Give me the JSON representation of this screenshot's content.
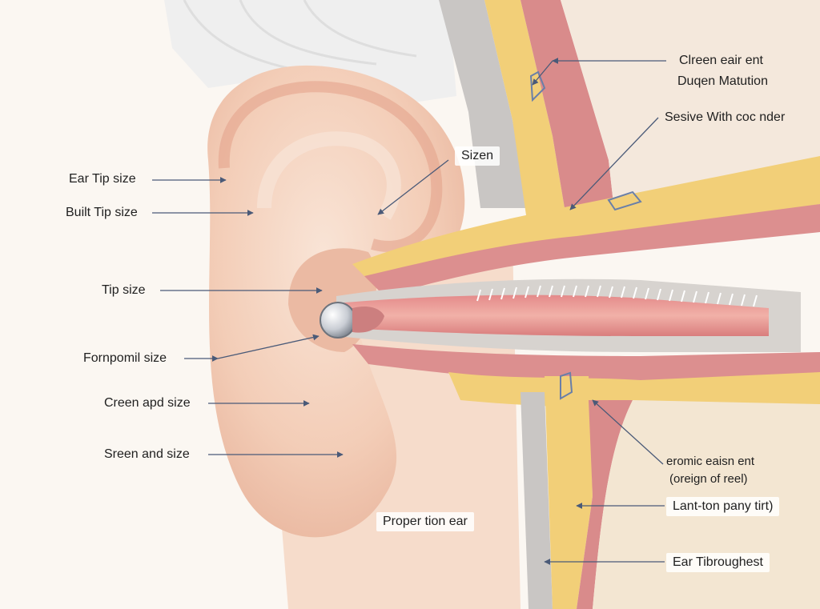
{
  "diagram": {
    "labels": {
      "ear_tip_size": "Ear Tip size",
      "built_tip_size": "Built Tip size",
      "tip_size": "Tip size",
      "fornpomil_size": "Fornpomil size",
      "creen_apd_size": "Creen apd size",
      "sreen_and_size": "Sreen and size",
      "sizen": "Sizen",
      "proper_tion_ear": "Proper tion ear",
      "clreen_eair_ent": "Clreen eair ent",
      "duqen_matution": "Duqen Matution",
      "sesive_with": "Sesive With coc nder",
      "eromic_eaisn_ent": "eromic eaisn ent",
      "oreign_of_reel": "(oreign of reel)",
      "lant_ton": "Lant-ton pany tirt)",
      "ear_tibroughest": "Ear Tibroughest"
    },
    "colors": {
      "skin": "#f4d3bf",
      "skin_shadow": "#e9b9a2",
      "yellow_tissue": "#f2cf78",
      "pink_tissue": "#d98b8b",
      "gray_bone": "#c9c6c4",
      "canal_gray": "#d7d3cf"
    }
  }
}
